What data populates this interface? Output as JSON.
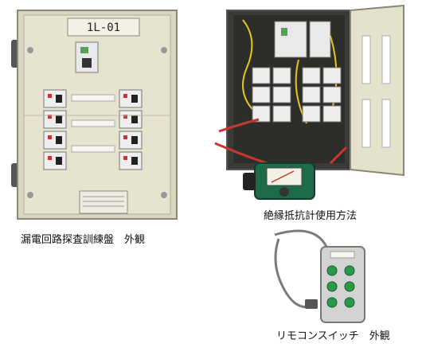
{
  "panel_photo": {
    "label_plate": "1L-01",
    "caption": "漏電回路探査訓練盤　外観"
  },
  "open_panel_photo": {
    "caption": "絶縁抵抗計使用方法"
  },
  "remote_photo": {
    "caption": "リモコンスイッチ　外観"
  }
}
